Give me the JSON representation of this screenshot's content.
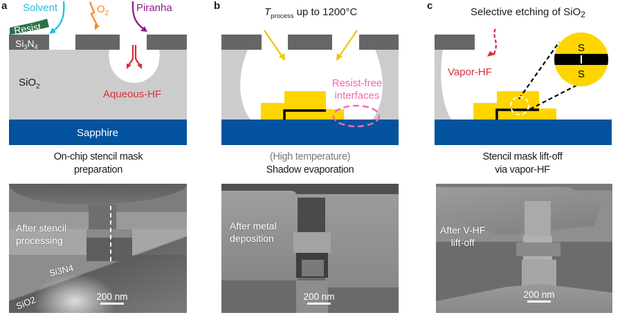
{
  "colors": {
    "nitride": "#666666",
    "oxide": "#cccccc",
    "sapphire": "#03539e",
    "metal": "#ffd500",
    "junction": "#000000",
    "resist": "#2e7045",
    "solvent": "#1fbfe0",
    "oxygen": "#f78a1c",
    "piranha": "#8a1b8e",
    "hf": "#d9303a",
    "evaporation": "#f2c40c",
    "interface_highlight": "#f06ab0"
  },
  "panels": [
    {
      "letter": "a",
      "schematic": {
        "labels": {
          "solvent": "Solvent",
          "oxygen": "O",
          "oxygen_sub": "2",
          "piranha": "Piranha",
          "resist": "Resist",
          "nitride": "Si",
          "nitride_sub1": "3",
          "nitride_n": "N",
          "nitride_sub2": "4",
          "oxide": "SiO",
          "oxide_sub": "2",
          "etchant": "Aqueous-HF",
          "substrate": "Sapphire"
        }
      },
      "caption": [
        "On-chip stencil mask",
        "preparation"
      ],
      "sem": {
        "label": [
          "After stencil",
          "processing"
        ],
        "nitride_label": "Si3N4",
        "oxide_label": "SiO2",
        "scalebar": "200 nm"
      }
    },
    {
      "letter": "b",
      "schematic": {
        "labels": {
          "title_T": "T",
          "title_sub": "process",
          "title_rest": " up to 1200°C",
          "interfaces": [
            "Resist-free",
            "interfaces"
          ]
        }
      },
      "caption_muted": "(High temperature)",
      "caption": [
        "Shadow evaporation"
      ],
      "sem": {
        "label": [
          "After metal",
          "deposition"
        ],
        "scalebar": "200 nm"
      }
    },
    {
      "letter": "c",
      "schematic": {
        "labels": {
          "title": "Selective etching of SiO",
          "title_sub": "2",
          "etchant": "Vapor-HF",
          "zoom_top": "S",
          "zoom_bottom": "S"
        }
      },
      "caption": [
        "Stencil mask lift-off",
        "via vapor-HF"
      ],
      "sem": {
        "label": [
          "After V-HF",
          "lift-off"
        ],
        "scalebar": "200 nm"
      }
    }
  ]
}
